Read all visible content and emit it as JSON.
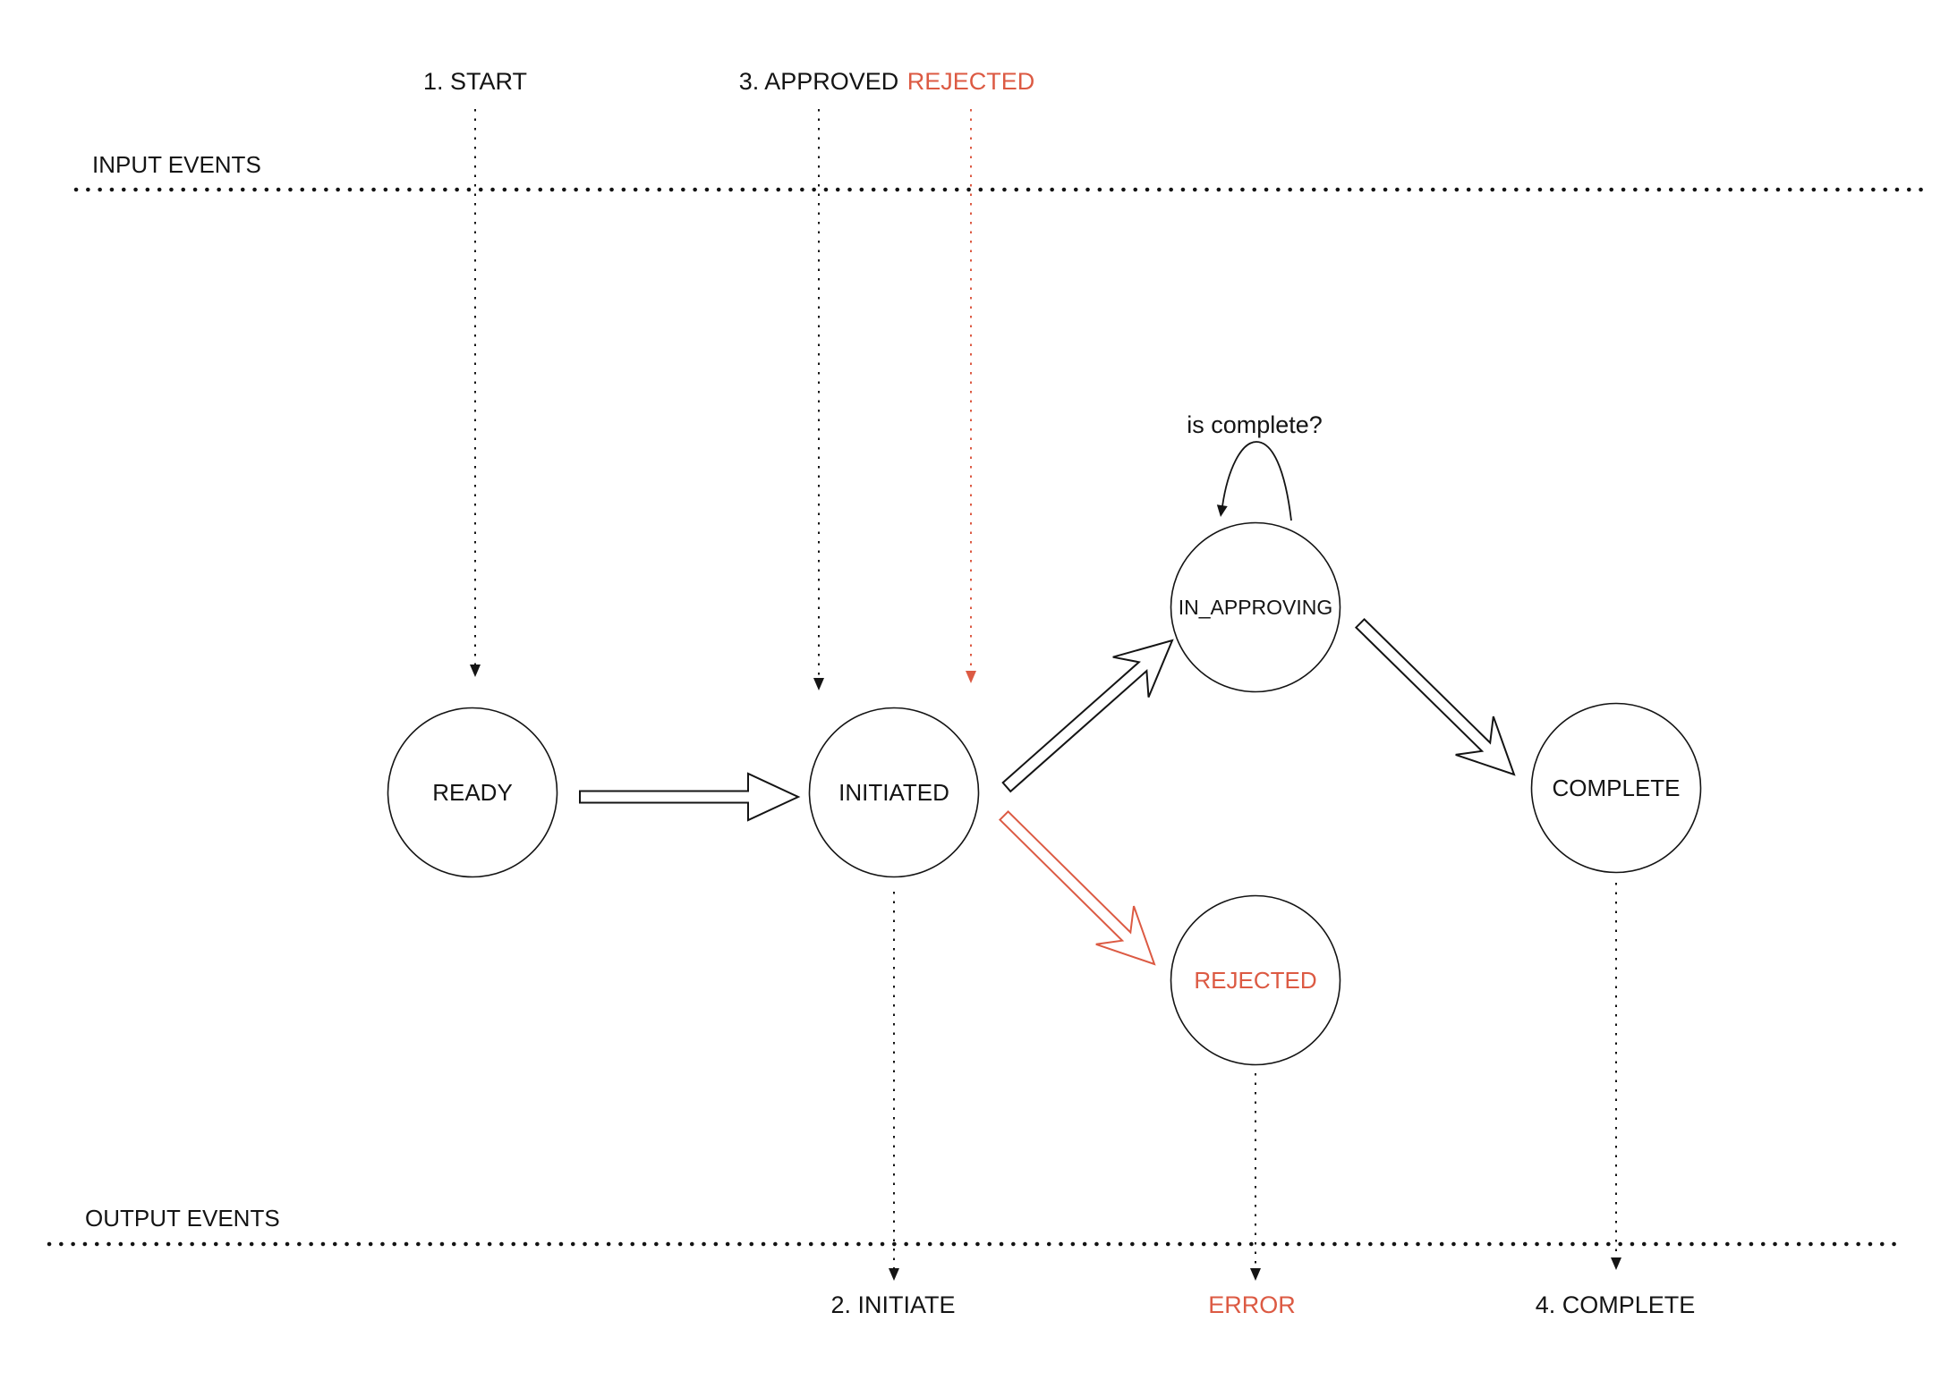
{
  "colors": {
    "ink": "#141414",
    "accent_red": "#DC5A43",
    "background": "#FFFFFF"
  },
  "lanes": {
    "input": "INPUT EVENTS",
    "output": "OUTPUT EVENTS"
  },
  "input_events": {
    "start": "1. START",
    "approved": "3. APPROVED",
    "rejected": "REJECTED"
  },
  "states": {
    "ready": "READY",
    "initiated": "INITIATED",
    "in_approving": "IN_APPROVING",
    "complete": "COMPLETE",
    "rejected": "REJECTED"
  },
  "output_events": {
    "initiate": "2. INITIATE",
    "error": "ERROR",
    "complete": "4. COMPLETE"
  },
  "annotations": {
    "self_loop": "is complete?"
  }
}
